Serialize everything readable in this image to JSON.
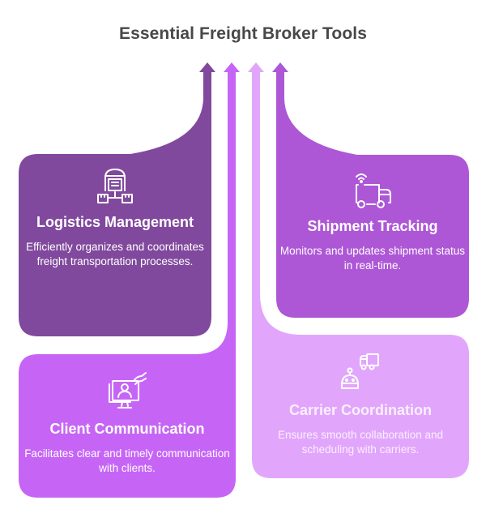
{
  "title": "Essential Freight Broker Tools",
  "colors": {
    "logistics": "#81499d",
    "client": "#c665f5",
    "carrier": "#e1a6fc",
    "shipment": "#ad57d6",
    "title_text": "#484848",
    "card_text": "#ffffff"
  },
  "cards": [
    {
      "id": "logistics",
      "icon": "warehouse-network-icon",
      "title": "Logistics Management",
      "description": "Efficiently organizes and coordinates freight transportation processes."
    },
    {
      "id": "shipment",
      "icon": "truck-tracking-icon",
      "title": "Shipment Tracking",
      "description": "Monitors and updates shipment status in real-time."
    },
    {
      "id": "client",
      "icon": "monitor-user-icon",
      "title": "Client Communication",
      "description": "Facilitates clear and timely communication with clients."
    },
    {
      "id": "carrier",
      "icon": "robot-truck-icon",
      "title": "Carrier Coordination",
      "description": "Ensures smooth collaboration and scheduling with carriers."
    }
  ]
}
